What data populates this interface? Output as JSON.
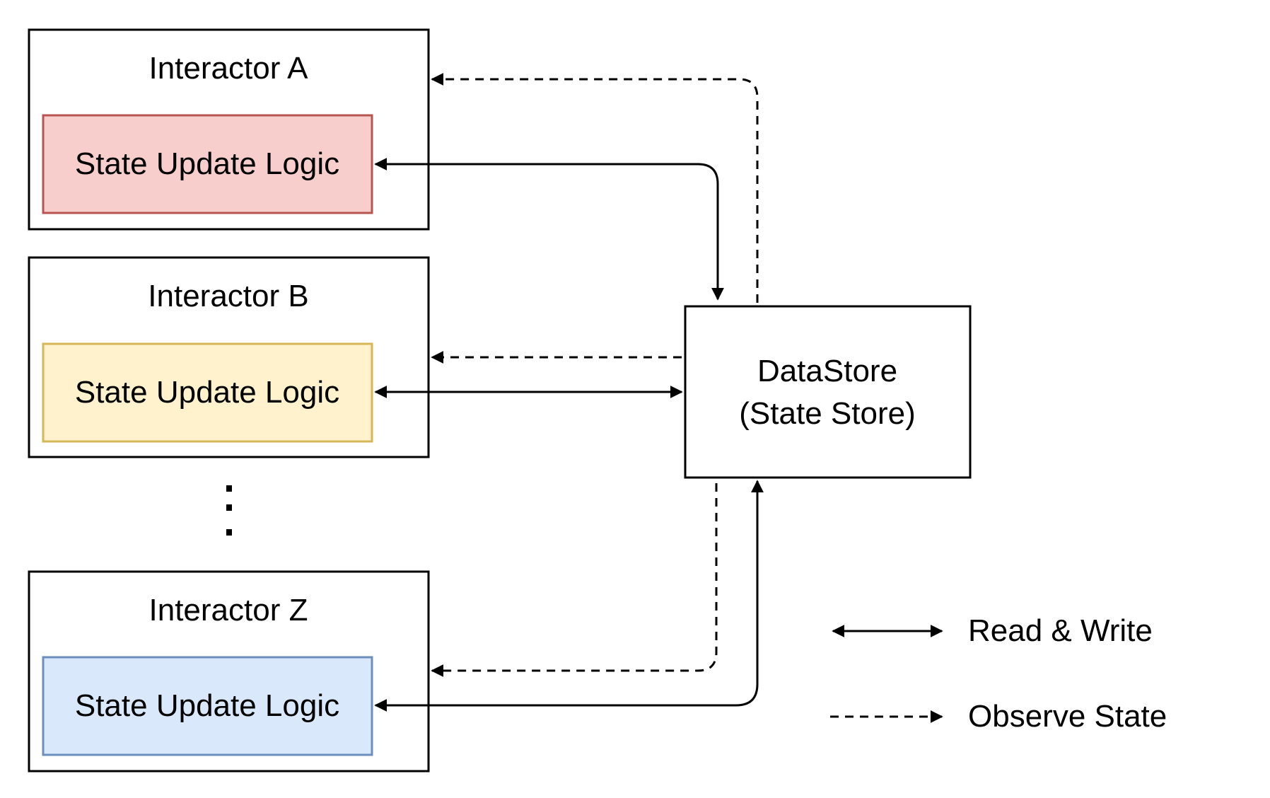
{
  "interactors": [
    {
      "title": "Interactor A",
      "logic_label": "State Update Logic",
      "fill": "#f8cecc",
      "stroke": "#b85450"
    },
    {
      "title": "Interactor B",
      "logic_label": "State Update Logic",
      "fill": "#fff2cc",
      "stroke": "#d6b656"
    },
    {
      "title": "Interactor Z",
      "logic_label": "State Update Logic",
      "fill": "#dae8fc",
      "stroke": "#6c8ebf"
    }
  ],
  "ellipsis": "⋮",
  "datastore": {
    "line1": "DataStore",
    "line2": "(State Store)"
  },
  "legend": {
    "read_write": "Read & Write",
    "observe": "Observe State"
  }
}
